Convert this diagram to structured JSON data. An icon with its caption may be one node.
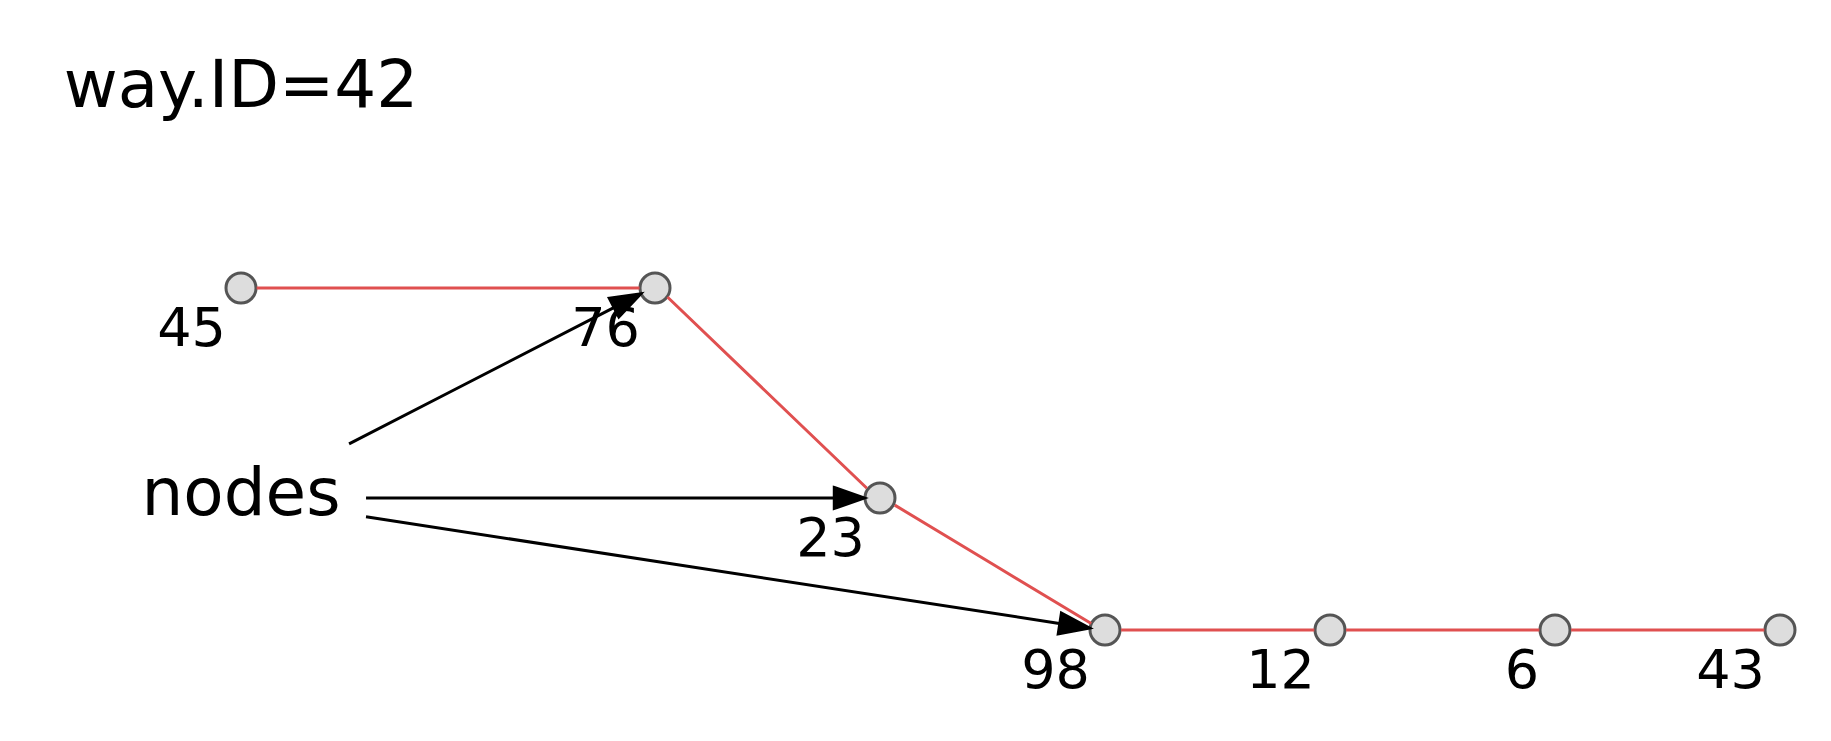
{
  "diagram": {
    "nodes": [
      {
        "text": [],
        "shape": "circle",
        "beside": [
          "45"
        ]
      },
      {
        "text": [],
        "shape": "circle",
        "beside": [
          "76"
        ]
      },
      {
        "text": [],
        "shape": "circle",
        "beside": [
          "23"
        ]
      },
      {
        "text": [],
        "shape": "circle",
        "beside": [
          "98"
        ]
      },
      {
        "text": [],
        "shape": "circle",
        "beside": [
          "12"
        ]
      },
      {
        "text": [],
        "shape": "circle",
        "beside": [
          "6"
        ]
      },
      {
        "text": [],
        "shape": "circle",
        "beside": [
          "43"
        ]
      },
      {
        "text": [
          "nodes"
        ]
      }
    ],
    "edges": [
      {
        "from": 0,
        "to": 1,
        "arrow": "none",
        "color": "#e05050"
      },
      {
        "from": 1,
        "to": 2,
        "arrow": "none",
        "color": "#e05050"
      },
      {
        "from": 2,
        "to": 3,
        "arrow": "none",
        "color": "#e05050"
      },
      {
        "from": 3,
        "to": 4,
        "arrow": "none",
        "color": "#e05050"
      },
      {
        "from": 4,
        "to": 5,
        "arrow": "none",
        "color": "#e05050"
      },
      {
        "from": 5,
        "to": 6,
        "arrow": "none",
        "color": "#e05050"
      },
      {
        "from": 7,
        "to": 1,
        "arrow": "to",
        "color": "#000000"
      },
      {
        "from": 7,
        "to": 2,
        "arrow": "to",
        "color": "#000000"
      },
      {
        "from": 7,
        "to": 3,
        "arrow": "to",
        "color": "#000000"
      }
    ],
    "labels": [
      "way.ID=42"
    ]
  }
}
